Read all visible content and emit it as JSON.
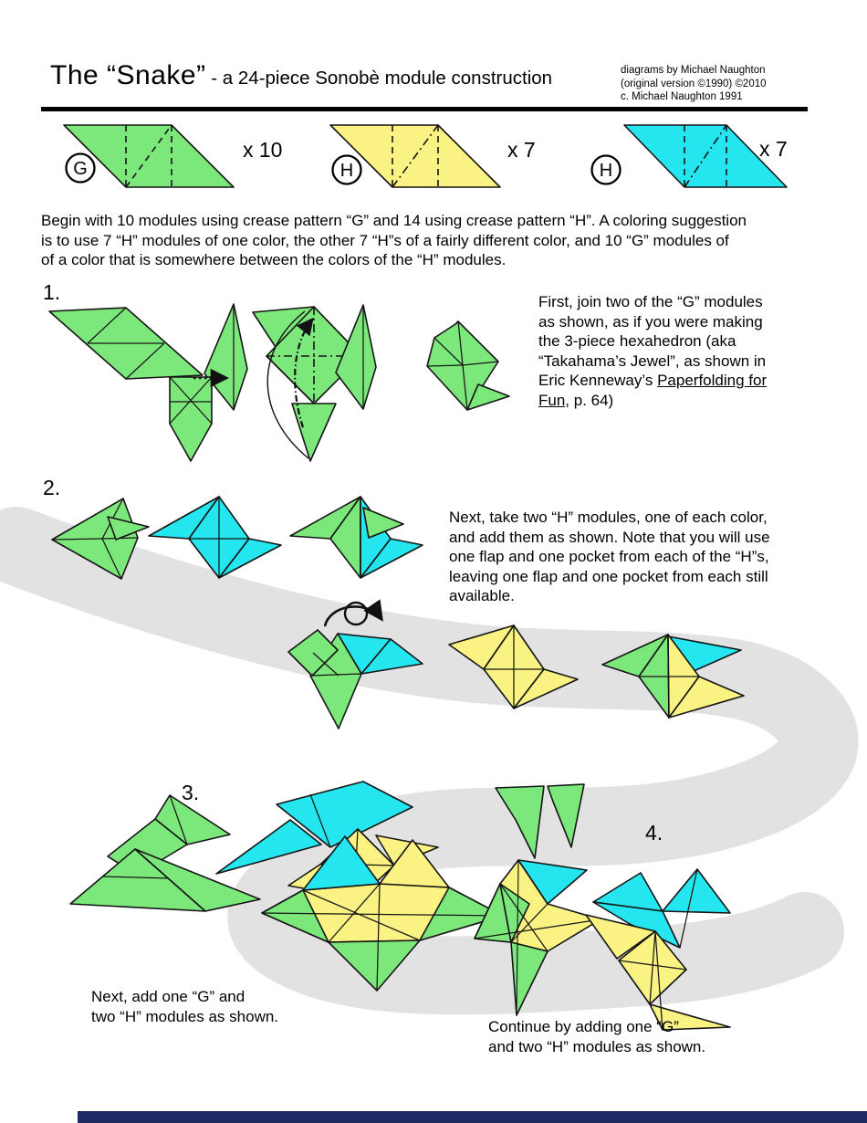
{
  "header": {
    "title": "The “Snake”",
    "subtitle": " - a 24-piece Sonobè module construction",
    "credits": [
      "diagrams by Michael Naughton",
      "(original version ©1990)  ©2010",
      "c. Michael Naughton 1991"
    ]
  },
  "module_key": {
    "g_label": "G",
    "g_count": "x 10",
    "h1_label": "H",
    "h1_count": "x 7",
    "h2_label": "H",
    "h2_count": "x 7"
  },
  "intro_lines": [
    "Begin with 10 modules using crease pattern “G” and 14 using crease pattern “H”. A coloring suggestion",
    "is to use 7 “H” modules of one color, the other 7 “H”s of a fairly different color, and 10 “G” modules of",
    "of a color that is somewhere between the colors of the “H” modules."
  ],
  "step1": {
    "number": "1.",
    "lines": [
      {
        "t": "First, join two of the “G” modules"
      },
      {
        "t": "as shown, as if you were making"
      },
      {
        "t": "the 3-piece hexahedron (aka"
      },
      {
        "t": "“Takahama’s Jewel”, as shown in"
      },
      {
        "t": "Eric Kenneway’s ",
        "u": "Paperfolding for"
      },
      {
        "u": "Fun",
        "t2": ", p. 64)"
      }
    ]
  },
  "step2": {
    "number": "2.",
    "lines": [
      "Next, take two “H” modules, one of each color,",
      "and add them as shown. Note that you will use",
      "one flap and one pocket from each of the “H”s,",
      "leaving one flap and one pocket from each still",
      "available."
    ]
  },
  "step3": {
    "number": "3.",
    "caption": [
      "Next, add one “G” and",
      "two “H” modules as shown."
    ]
  },
  "step4": {
    "number": "4.",
    "caption": [
      "Continue by adding one “G”",
      "and two “H” modules as shown."
    ]
  },
  "colors": {
    "green": "#7CE87C",
    "yellow": "#FAF282",
    "cyan": "#25E5EF",
    "band_gray": "#E2E2E2",
    "navy": "#1F2B63",
    "white": "#FFFFFF"
  }
}
